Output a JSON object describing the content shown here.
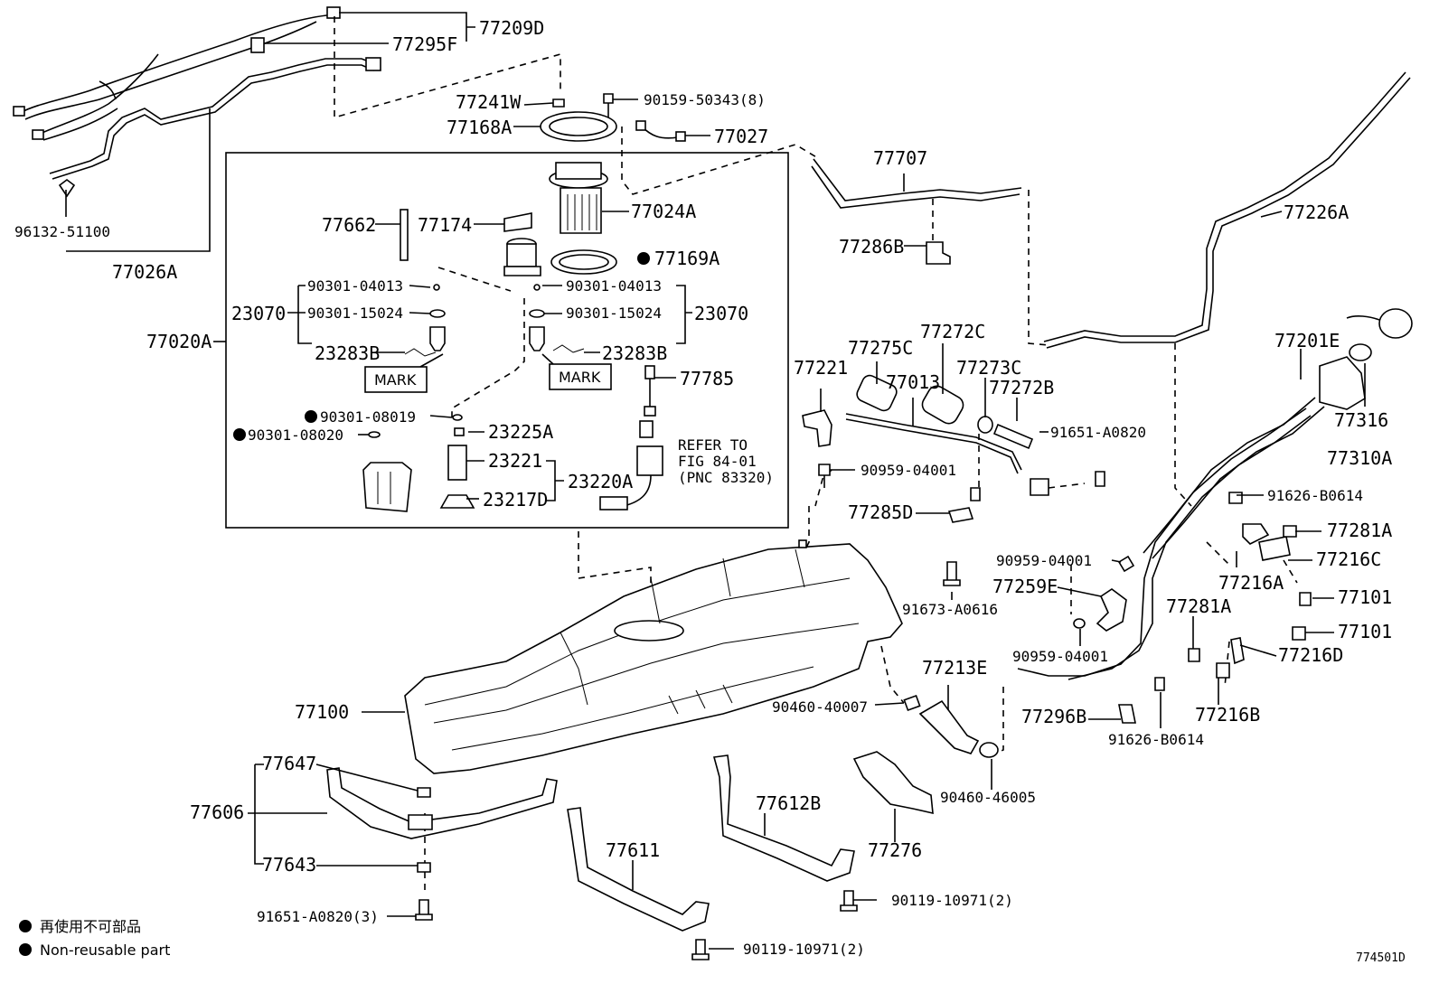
{
  "diagram_id": "774501D",
  "legend": {
    "jp": "再使用不可部品",
    "en": "Non-reusable part"
  },
  "parts": {
    "p77209D": "77209D",
    "p77295F": "77295F",
    "p96132": "96132-51100",
    "p77026A": "77026A",
    "p77241W": "77241W",
    "p90159": "90159-50343(8)",
    "p77168A": "77168A",
    "p77027": "77027",
    "p77707": "77707",
    "p77024A": "77024A",
    "p77662": "77662",
    "p77174": "77174",
    "p77169A": "77169A",
    "p77286B": "77286B",
    "p77226A": "77226A",
    "p90301_04013_l": "90301-04013",
    "p90301_04013_r": "90301-04013",
    "p23070_l": "23070",
    "p23070_r": "23070",
    "p90301_15024_l": "90301-15024",
    "p90301_15024_r": "90301-15024",
    "p77020A": "77020A",
    "p23283B_l": "23283B",
    "p23283B_r": "23283B",
    "mark_l": "MARK",
    "mark_r": "MARK",
    "p77785": "77785",
    "p90301_08019": "90301-08019",
    "p90301_08020": "90301-08020",
    "p23225A": "23225A",
    "p23221": "23221",
    "p23220A": "23220A",
    "p23217D": "23217D",
    "refer1": "REFER TO",
    "refer2": "FIG 84-01",
    "refer3": "(PNC 83320)",
    "p77221": "77221",
    "p77275C": "77275C",
    "p77272C": "77272C",
    "p77013": "77013",
    "p77273C": "77273C",
    "p77272B": "77272B",
    "p91651_A0820": "91651-A0820",
    "p90959_04001_a": "90959-04001",
    "p77285D": "77285D",
    "p77201E": "77201E",
    "p77316": "77316",
    "p77310A": "77310A",
    "p91626_B0614_a": "91626-B0614",
    "p77281A_a": "77281A",
    "p77216C": "77216C",
    "p90959_04001_b": "90959-04001",
    "p77259E": "77259E",
    "p77216A": "77216A",
    "p77101_a": "77101",
    "p91673": "91673-A0616",
    "p77281A_b": "77281A",
    "p77101_b": "77101",
    "p90959_04001_c": "90959-04001",
    "p77216D": "77216D",
    "p77100": "77100",
    "p77213E": "77213E",
    "p90460_40007": "90460-40007",
    "p77296B": "77296B",
    "p77216B": "77216B",
    "p91626_B0614_b": "91626-B0614",
    "p90460_46005": "90460-46005",
    "p77647": "77647",
    "p77606": "77606",
    "p77612B": "77612B",
    "p77611": "77611",
    "p77276": "77276",
    "p77643": "77643",
    "p90119_a": "90119-10971(2)",
    "p91651_3": "91651-A0820(3)",
    "p90119_b": "90119-10971(2)"
  }
}
